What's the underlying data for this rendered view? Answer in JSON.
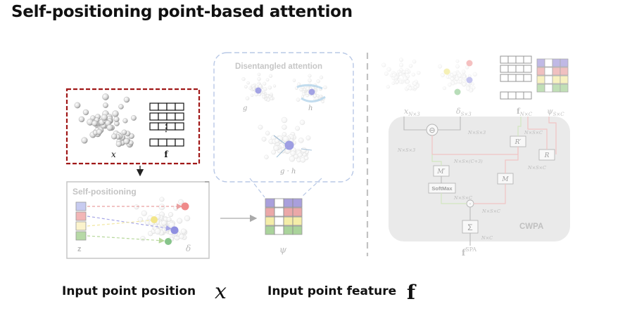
{
  "title": "Self-positioning point-based attention",
  "left": {
    "x_label": "x",
    "f_label": "f",
    "vdots": "⋮",
    "self_positioning_label": "Self-positioning",
    "z_label": "z",
    "delta_label": "δ"
  },
  "middle": {
    "disentangled_label": "Disentangled attention",
    "g_label": "g",
    "h_label": "h",
    "gh_label": "g · h",
    "psi_label": "ψ"
  },
  "right": {
    "x_dim": "x",
    "x_sub": "N×3",
    "delta_dim": "δ",
    "delta_sub": "S×3",
    "f_dim": "f",
    "f_sub": "N×C",
    "psi_dim": "ψ",
    "psi_sub": "S×C",
    "ops": {
      "sub": "⊖",
      "r_prime": "R′",
      "r": "R",
      "m_prime": "M′",
      "m": "M",
      "softmax": "SoftMax",
      "mult": "·",
      "sum": "Σ"
    },
    "dims": {
      "d1": "N×S×3",
      "d2": "N×S×C",
      "d3": "N×S×3",
      "d4": "N×S×(C+3)",
      "d5": "N×S×C",
      "d6": "N×S×C",
      "d7": "N×S×C",
      "d8": "N×C"
    },
    "cwpa_label": "CWPA",
    "out_label": "f",
    "out_sup": "SPA"
  },
  "captions": {
    "position_text": "Input point position",
    "position_symbol": "x",
    "feature_text": "Input point feature",
    "feature_symbol": "f"
  },
  "colors": {
    "red_dashed": "#a01818",
    "blue_dashed": "#b8c8e6",
    "faded_gray": "#c8c8c8",
    "purple": "#9b8fd6",
    "pink": "#e89a9a",
    "yellow": "#f3ea9a",
    "green": "#9ccc8a"
  }
}
